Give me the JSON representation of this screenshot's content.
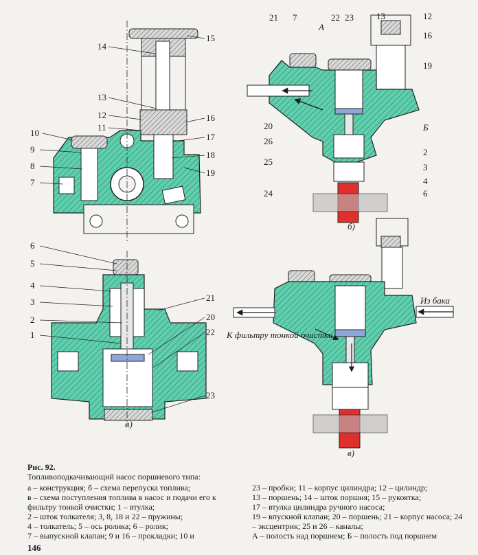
{
  "figure": {
    "callouts_a_top": [
      "15",
      "14",
      "13",
      "12",
      "11",
      "10",
      "9",
      "8",
      "7",
      "16",
      "17",
      "18",
      "19"
    ],
    "callouts_a_bottom": [
      "6",
      "5",
      "4",
      "3",
      "2",
      "1",
      "21",
      "20",
      "22",
      "23"
    ],
    "callouts_b": [
      "21",
      "7",
      "A",
      "22",
      "23",
      "13",
      "12",
      "16",
      "19",
      "20",
      "26",
      "25",
      "24",
      "Б",
      "2",
      "3",
      "4",
      "6"
    ],
    "flow_label_in": "Из бака",
    "flow_label_out": "К фильтру тонкой очистки",
    "view_labels": [
      "а)",
      "б)",
      "в)"
    ]
  },
  "caption": {
    "title": "Рис. 92.",
    "subtitle": "Топливоподкачивающий насос поршневого типа:",
    "left_lines": [
      "а – конструкция; б – схема перепуска топлива;",
      "в – схема поступления топлива в насос и подачи его к фильтру тонкой очистки; 1 – втулка;",
      "2 – шток толкателя; 3, 8, 18 и 22 – пружины;",
      "4 – толкатель; 5 – ось ролика; 6 – ролик;",
      "7 – выпускной клапан; 9 и 16 – прокладки; 10 и"
    ],
    "right_lines": [
      "23 – пробки; 11 – корпус цилиндра; 12 – цилиндр;",
      "13 – поршень; 14 – шток поршня; 15 – рукоятка;",
      "17 – втулка цилиндра ручного насоса;",
      "19 – впускной клапан; 20 – поршень; 21 – корпус насоса; 24 – эксцентрик; 25 и 26 – каналы;",
      "А – полость над поршнем; Б – полость под поршнем"
    ]
  },
  "page_number": "146",
  "colors": {
    "body_green": "#5fcfae",
    "hatch": "#2f7f6a",
    "eccentric_red": "#e0302d",
    "metal_grey": "#b9b9b9"
  }
}
